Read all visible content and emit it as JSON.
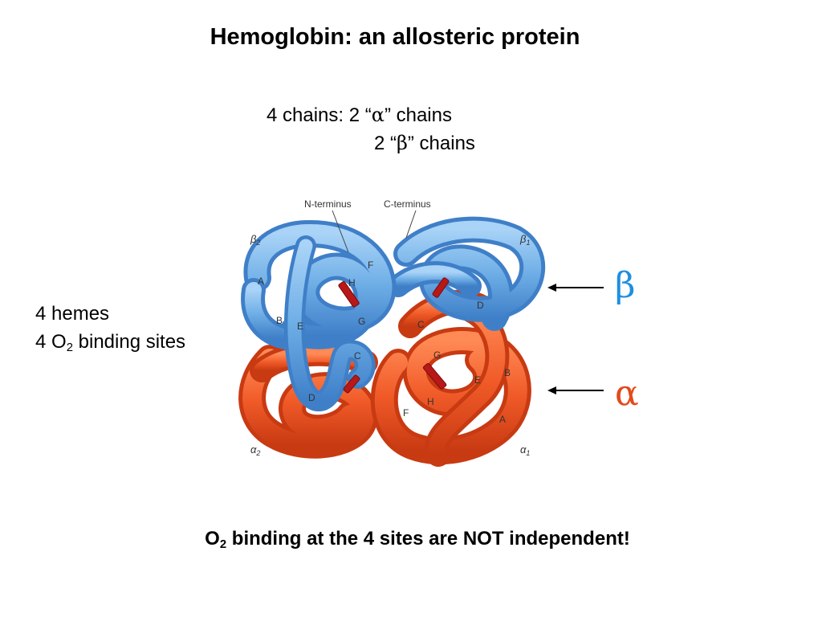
{
  "slide": {
    "title": "Hemoglobin:  an allosteric protein",
    "chains": {
      "line1_prefix": "4 chains:  2 “",
      "line1_greek": "α",
      "line1_suffix": "” chains",
      "line2_prefix": "2 “",
      "line2_greek": "β",
      "line2_suffix": "” chains"
    },
    "hemes": {
      "line1": "4 hemes",
      "line2_prefix": "4 O",
      "line2_sub": "2",
      "line2_suffix": " binding sites"
    },
    "arrow_labels": {
      "beta": "β",
      "alpha": "α"
    },
    "footer": {
      "prefix": "O",
      "sub": "2",
      "suffix": " binding at the 4 sites are NOT independent!"
    }
  },
  "diagram": {
    "n_terminus": "N-terminus",
    "c_terminus": "C-terminus",
    "subunits": [
      {
        "greek": "β",
        "sub": "2"
      },
      {
        "greek": "β",
        "sub": "1"
      },
      {
        "greek": "α",
        "sub": "2"
      },
      {
        "greek": "α",
        "sub": "1"
      }
    ],
    "helix_labels": {
      "b2": [
        "A",
        "B",
        "E",
        "F",
        "H",
        "G",
        "C",
        "D"
      ],
      "b1": [
        "C",
        "D"
      ],
      "a1": [
        "G",
        "E",
        "B",
        "H",
        "F",
        "A"
      ]
    }
  },
  "colors": {
    "beta_chain": "#6eaee6",
    "beta_chain_dark": "#3f7fc8",
    "alpha_chain": "#f05a28",
    "alpha_chain_dark": "#c83a12",
    "heme": "#b81818",
    "beta_label": "#1e8fe0",
    "alpha_label": "#e24a1c"
  }
}
